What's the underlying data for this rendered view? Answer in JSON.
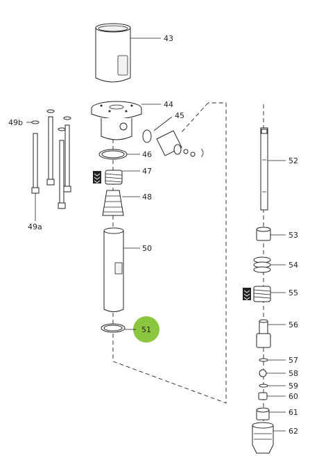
{
  "parts": {
    "p43": "43",
    "p44": "44",
    "p45": "45",
    "p46": "46",
    "p47": "47",
    "p48": "48",
    "p49a": "49a",
    "p49b": "49b",
    "p50": "50",
    "p51": "51",
    "p52": "52",
    "p53": "53",
    "p54": "54",
    "p55": "55",
    "p56": "56",
    "p57": "57",
    "p58": "58",
    "p59": "59",
    "p60": "60",
    "p61": "61",
    "p62": "62"
  },
  "highlight": {
    "part": "51",
    "color": "#8cc63f"
  }
}
